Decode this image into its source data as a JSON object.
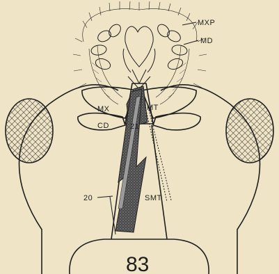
{
  "figure": {
    "number": "83",
    "labels": {
      "mxp": "MXP",
      "md": "MD",
      "mx": "MX",
      "mt": "MT",
      "cd": "CD",
      "n21": "21",
      "n20": "20",
      "smt": "SMT"
    }
  },
  "colors": {
    "background": "#efe4c6",
    "ink": "#1e1e1e",
    "muscle_fill": "#5a5a5a"
  }
}
